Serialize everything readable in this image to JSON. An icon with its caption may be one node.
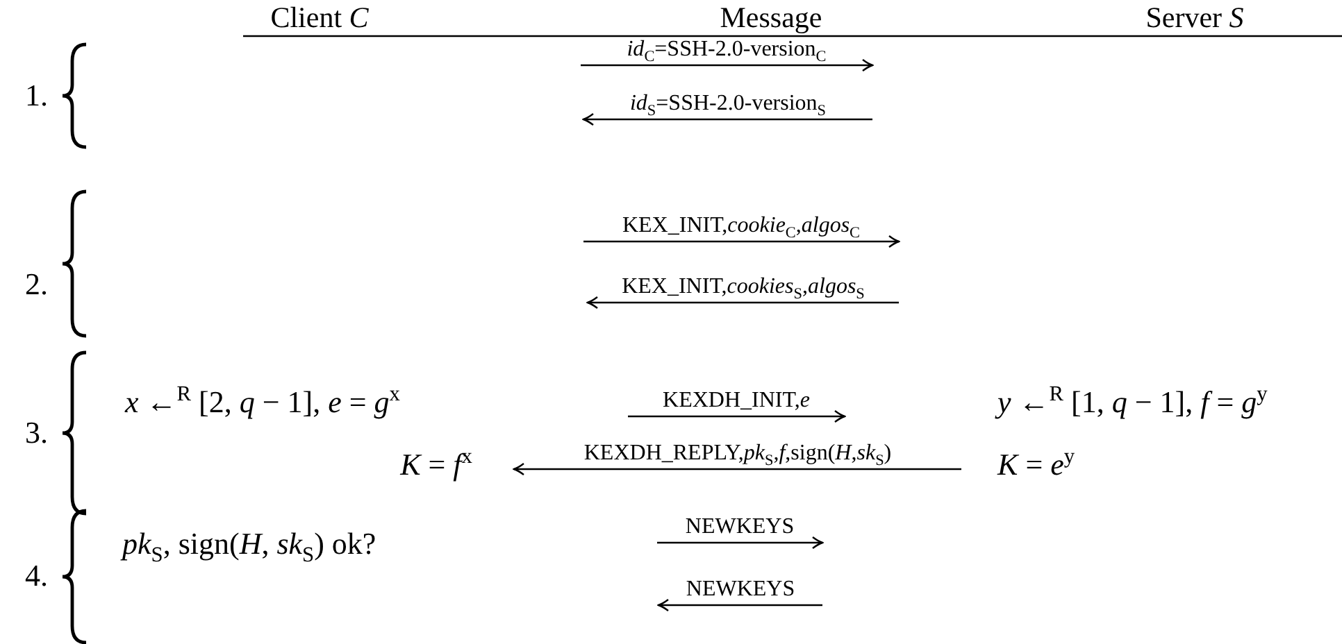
{
  "diagram": {
    "labels": [
      "Client *C*",
      "Message",
      "Server *S*",
      "1.",
      "*id*$_{C}$=SSH-2.0-version$_{C}$",
      "*id*$_{S}$=SSH-2.0-version$_{S}$",
      "2.",
      "KEX_INIT,*cookie*$_{C}$,*algos*$_{C}$",
      "KEX_INIT,*cookies*$_{S}$,*algos*$_{S}$",
      "3.",
      "*x* ←$^{R}$ [2, *q* − 1], *e* = *g*$^{x}$",
      "KEXDH_INIT,*e*",
      "*y* ←$^{R}$ [1, *q* − 1], *f* = *g*$^{y}$",
      "*K* = *f*$^{x}$",
      "KEXDH_REPLY,*pk*$_{S}$,*f*,sign(*H*,*sk*$_{S}$)",
      "*K* = *e*$^{y}$",
      "4.",
      "*pk*$_{S}$, sign(*H*, *sk*$_{S}$) ok?",
      "NEWKEYS",
      "NEWKEYS"
    ]
  }
}
